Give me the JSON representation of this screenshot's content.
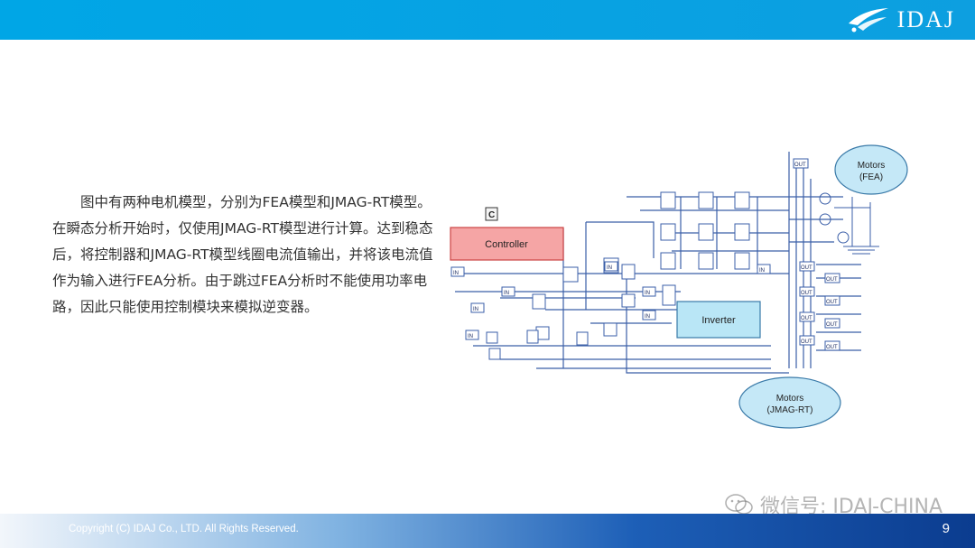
{
  "header": {
    "logo_text": "IDAJ",
    "bar_color": "#00a6e6"
  },
  "content": {
    "paragraph": "图中有两种电机模型，分别为FEA模型和JMAG-RT模型。在瞬态分析开始时，仅使用JMAG-RT模型进行计算。达到稳态后，将控制器和JMAG-RT模型线圈电流值输出，并将该电流值作为输入进行FEA分析。由于跳过FEA分析时不能使用功率电路，因此只能使用控制模块来模拟逆变器。"
  },
  "diagram": {
    "controller_label": "Controller",
    "inverter_label": "Inverter",
    "motors_fea_label_1": "Motors",
    "motors_fea_label_2": "(FEA)",
    "motors_rt_label_1": "Motors",
    "motors_rt_label_2": "(JMAG-RT)",
    "c_block_label": "C",
    "in_label": "IN",
    "out_label": "OUT",
    "controller_color": "#f3a3a3",
    "inverter_color": "#b7e6f6",
    "ellipse_color": "#c5e8f7"
  },
  "watermark": {
    "text": "微信号: IDAJ-CHINA"
  },
  "footer": {
    "copyright": "Copyright (C) IDAJ Co., LTD. All Rights Reserved.",
    "page_number": "9"
  }
}
